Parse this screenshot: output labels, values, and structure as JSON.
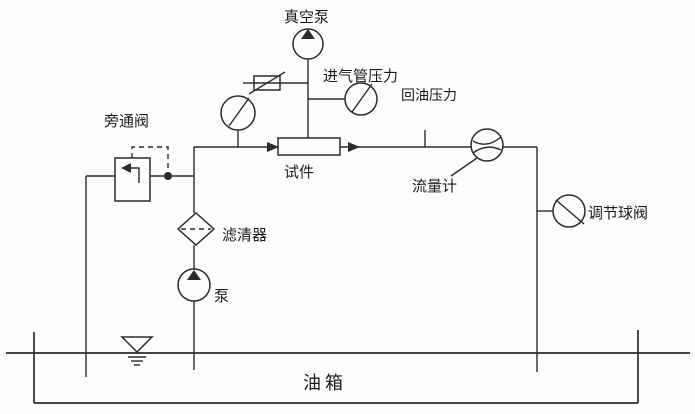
{
  "diagram": {
    "type": "piping-schematic",
    "labels": {
      "vacuum_pump": "真空泵",
      "intake_pipe_pressure": "进气管压力",
      "return_oil_pressure": "回油压力",
      "bypass_valve": "旁通阀",
      "test_piece": "试件",
      "flow_meter": "流量计",
      "regulating_ball_valve": "调节球阀",
      "filter": "滤清器",
      "pump": "泵",
      "oil_tank": "油箱"
    },
    "colors": {
      "line": "#2b2b2b",
      "background": "#fdfdfd",
      "text": "#1a1a1a"
    }
  }
}
